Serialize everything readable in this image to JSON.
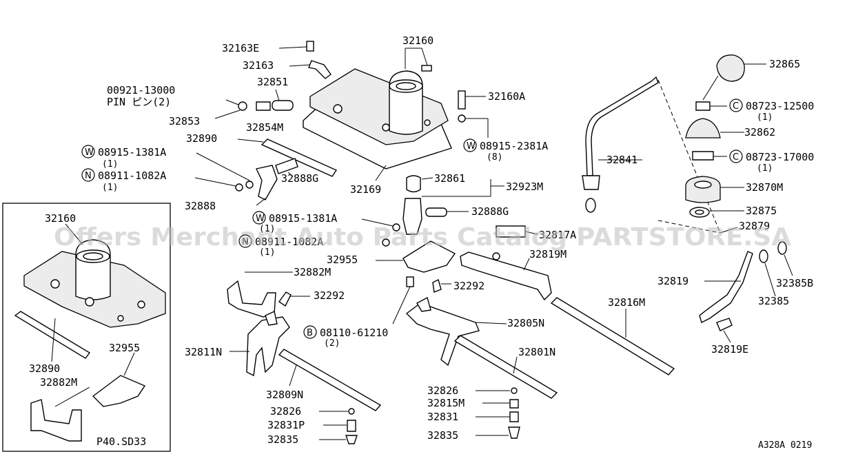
{
  "labels": {
    "p32160": "32160",
    "p32163e": "32163E",
    "p32163": "32163",
    "p32851": "32851",
    "p00921": "00921-13000",
    "pin": "PIN ピン(2)",
    "p32853": "32853",
    "p32854m": "32854M",
    "p32890": "32890",
    "w1": "08915-1381A",
    "w1q": "(1)",
    "n1": "08911-1082A",
    "n1q": "(1)",
    "p32888g_a": "32888G",
    "p32888": "32888",
    "p32169": "32169",
    "p32160a": "32160A",
    "w2": "08915-2381A",
    "w2q": "(8)",
    "p32861": "32861",
    "p32923m": "32923M",
    "p32888g_b": "32888G",
    "w3": "08915-1381A",
    "w3q": "(1)",
    "n2": "08911-1082A",
    "n2q": "(1)",
    "p32817a": "32817A",
    "p32955": "32955",
    "p32882m": "32882M",
    "p32292_a": "32292",
    "p32292_b": "32292",
    "p32819m": "32819M",
    "p32816m": "32816M",
    "b1": "08110-61210",
    "b1q": "(2)",
    "p32805n": "32805N",
    "p32811n": "32811N",
    "p32801n": "32801N",
    "p32809n": "32809N",
    "p32826_a": "32826",
    "p32831p": "32831P",
    "p32835_a": "32835",
    "p32826_b": "32826",
    "p32815m": "32815M",
    "p32831": "32831",
    "p32835_b": "32835",
    "p32841": "32841",
    "p32865": "32865",
    "c1": "08723-12500",
    "c1q": "(1)",
    "p32862": "32862",
    "c2": "08723-17000",
    "c2q": "(1)",
    "p32870m": "32870M",
    "p32875": "32875",
    "p32879": "32879",
    "p32819": "32819",
    "p32385b": "32385B",
    "p32385": "32385",
    "p32819e": "32819E",
    "inset_32160": "32160",
    "inset_32955": "32955",
    "inset_32890": "32890",
    "inset_32882m": "32882M",
    "inset_code": "P40.SD33",
    "ref_code": "A328A 0219"
  },
  "prefix": {
    "w": "W",
    "n": "N",
    "b": "B",
    "c": "C"
  },
  "watermark": "Offers Merchant Auto Parts Catalog PARTSTORE.SA",
  "colors": {
    "ink": "#000000",
    "watermark": "#bdbdbd",
    "paper": "#ffffff"
  }
}
